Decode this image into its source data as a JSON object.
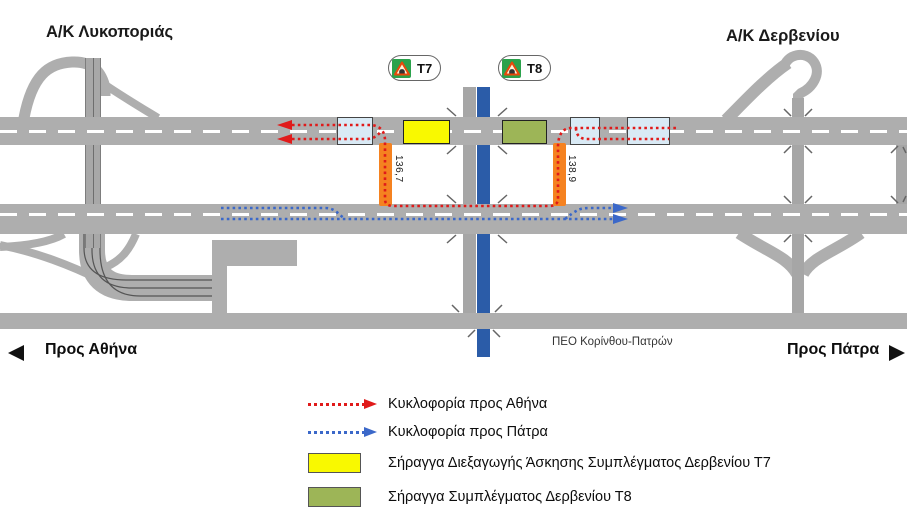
{
  "diagram": {
    "interchange_left": "Α/Κ Λυκοποριάς",
    "interchange_right": "Α/Κ Δερβενίου",
    "direction_left": "Προς Αθήνα",
    "direction_right": "Προς Πάτρα",
    "old_road_label": "ΠΕΟ Κορίνθου-Πατρών",
    "badges": [
      {
        "id": "T7",
        "icon": "tunnel-warning-icon"
      },
      {
        "id": "T8",
        "icon": "tunnel-warning-icon"
      }
    ],
    "km_markers": [
      {
        "value": "136,7"
      },
      {
        "value": "138,9"
      }
    ]
  },
  "legend": {
    "items": [
      {
        "kind": "dotted-line-arrow",
        "color": "#e01a1a",
        "label": "Κυκλοφορία προς Αθήνα"
      },
      {
        "kind": "dotted-line-arrow",
        "color": "#3b68c9",
        "label": "Κυκλοφορία προς Πάτρα"
      },
      {
        "kind": "filled-box",
        "color": "#f9f900",
        "label": "Σήραγγα Διεξαγωγής Άσκησης Συμπλέγματος Δερβενίου Τ7"
      },
      {
        "kind": "filled-box",
        "color": "#9db557",
        "label": "Σήραγγα Συμπλέγματος Δερβενίου Τ8"
      }
    ]
  },
  "colors": {
    "road_gray": "#aeaeae",
    "route_to_athens_red": "#e01a1a",
    "route_to_patra_blue": "#3b68c9",
    "tunnel_t7_yellow": "#f9f900",
    "tunnel_t8_green": "#9db557",
    "gallery_light_blue": "#d9eaf5",
    "crossover_orange": "#f58220",
    "river_blue": "#2b5ca8",
    "sign_green": "#2ba24c"
  },
  "icons": {
    "badge_icon": "tunnel-warning-icon",
    "left_direction_icon": "arrow-left-icon",
    "right_direction_icon": "arrow-right-icon"
  }
}
